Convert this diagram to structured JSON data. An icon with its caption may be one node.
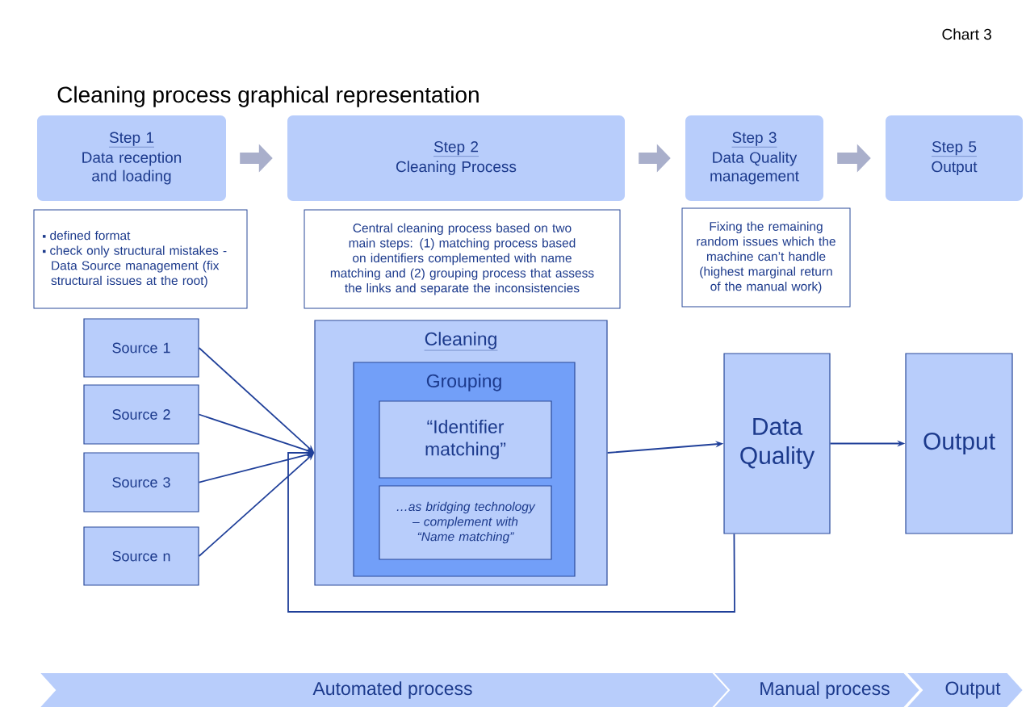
{
  "diagram": {
    "title": "Cleaning process graphical representation",
    "nodes": [
      {
        "text": [
          "Step 1",
          "Data reception and loading"
        ]
      },
      {
        "text": [
          "Step 2",
          "Cleaning Process"
        ]
      },
      {
        "text": [
          "Step 3",
          "Data Quality management"
        ]
      },
      {
        "text": [
          "Step 5",
          "Output"
        ]
      },
      {
        "text": [
          "defined format",
          "check only structural mistakes - Data Source management (fix structural issues at the root)"
        ]
      },
      {
        "text": [
          "Central cleaning process based on two main steps: (1) matching process based on identifiers complemented with name matching and (2) grouping process that assess the links and separate the inconsistencies"
        ]
      },
      {
        "text": [
          "Fixing the remaining random issues which the machine can’t handle (highest marginal return of the manual work)"
        ]
      },
      {
        "text": [
          "Source 1"
        ]
      },
      {
        "text": [
          "Source 2"
        ]
      },
      {
        "text": [
          "Source 3"
        ]
      },
      {
        "text": [
          "Source n"
        ]
      },
      {
        "text": [
          "Cleaning"
        ]
      },
      {
        "text": [
          "Grouping"
        ],
        "in": 11
      },
      {
        "text": [
          "“Identifier matching”"
        ],
        "in": 12
      },
      {
        "text": [
          "…as bridging technology – complement with “Name matching”"
        ],
        "in": 12
      },
      {
        "text": [
          "Data Quality"
        ]
      },
      {
        "text": [
          "Output"
        ]
      },
      {
        "text": [
          "Automated process"
        ]
      },
      {
        "text": [
          "Manual process"
        ]
      },
      {
        "text": [
          "Output"
        ]
      }
    ],
    "edges": [
      {
        "from": 0,
        "to": 1,
        "arrow": "to",
        "style": "thick",
        "color": "#a9afcb"
      },
      {
        "from": 1,
        "to": 2,
        "arrow": "to",
        "style": "thick",
        "color": "#a9afcb"
      },
      {
        "from": 2,
        "to": 3,
        "arrow": "to",
        "style": "thick",
        "color": "#a9afcb"
      },
      {
        "from": 7,
        "to": 11,
        "arrow": "to"
      },
      {
        "from": 8,
        "to": 11,
        "arrow": "to"
      },
      {
        "from": 9,
        "to": 11,
        "arrow": "to"
      },
      {
        "from": 10,
        "to": 11,
        "arrow": "to"
      },
      {
        "from": 11,
        "to": 15,
        "arrow": "to"
      },
      {
        "from": 15,
        "to": 16,
        "arrow": "to"
      },
      {
        "from": 15,
        "to": 11,
        "arrow": "to"
      }
    ],
    "labels": [
      "Chart 3"
    ]
  }
}
